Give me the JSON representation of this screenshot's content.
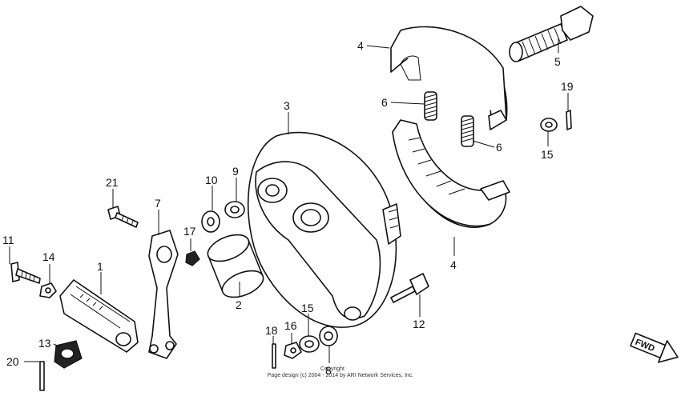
{
  "callouts": [
    "1",
    "2",
    "3",
    "4",
    "4",
    "5",
    "6",
    "6",
    "7",
    "8",
    "9",
    "10",
    "11",
    "12",
    "13",
    "14",
    "15",
    "15",
    "16",
    "17",
    "18",
    "19",
    "20",
    "21"
  ],
  "fwd_label": "FWD",
  "copyright": [
    "Copyright",
    "Page design (c) 2004 - 2014 by ARI Network Services, Inc."
  ]
}
